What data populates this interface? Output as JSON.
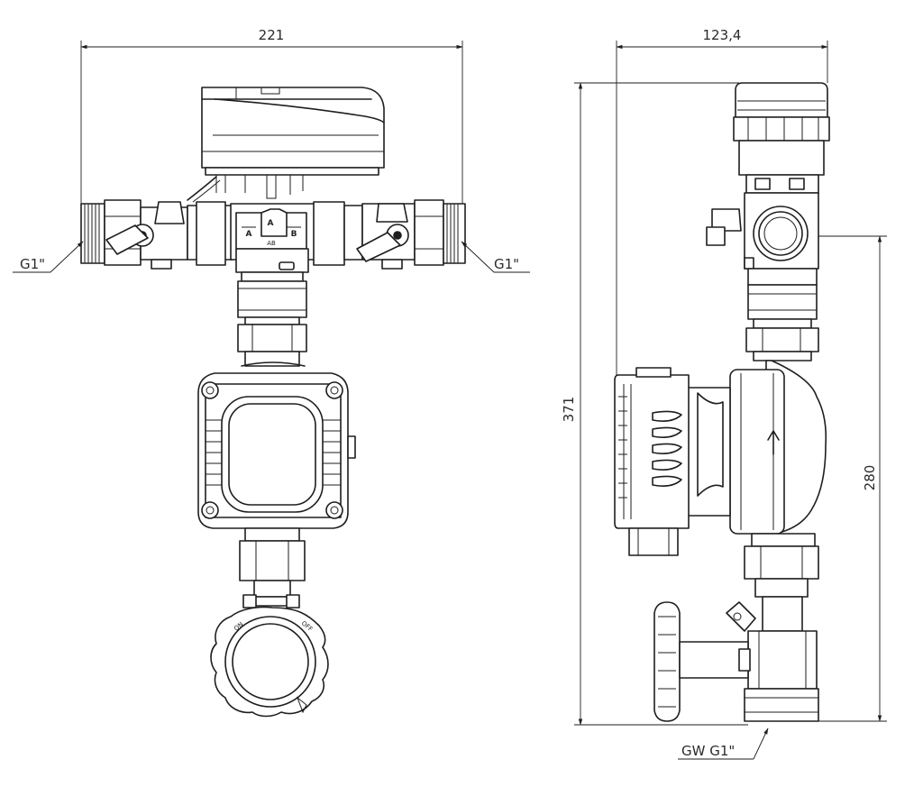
{
  "drawing": {
    "front_view": {
      "width_dimension": "221",
      "left_thread_label": "G1\"",
      "right_thread_label": "G1\"",
      "valve_port_a_top": "A",
      "valve_port_a_left": "A",
      "valve_port_b": "B",
      "valve_port_ab": "AB",
      "handle_on_label": "ON",
      "handle_off_label": "OFF"
    },
    "side_view": {
      "depth_dimension": "123,4",
      "total_height_dimension": "371",
      "partial_height_dimension": "280",
      "bottom_thread_label": "GW G1\""
    }
  },
  "colors": {
    "line": "#1e1e1e",
    "background": "#ffffff"
  }
}
